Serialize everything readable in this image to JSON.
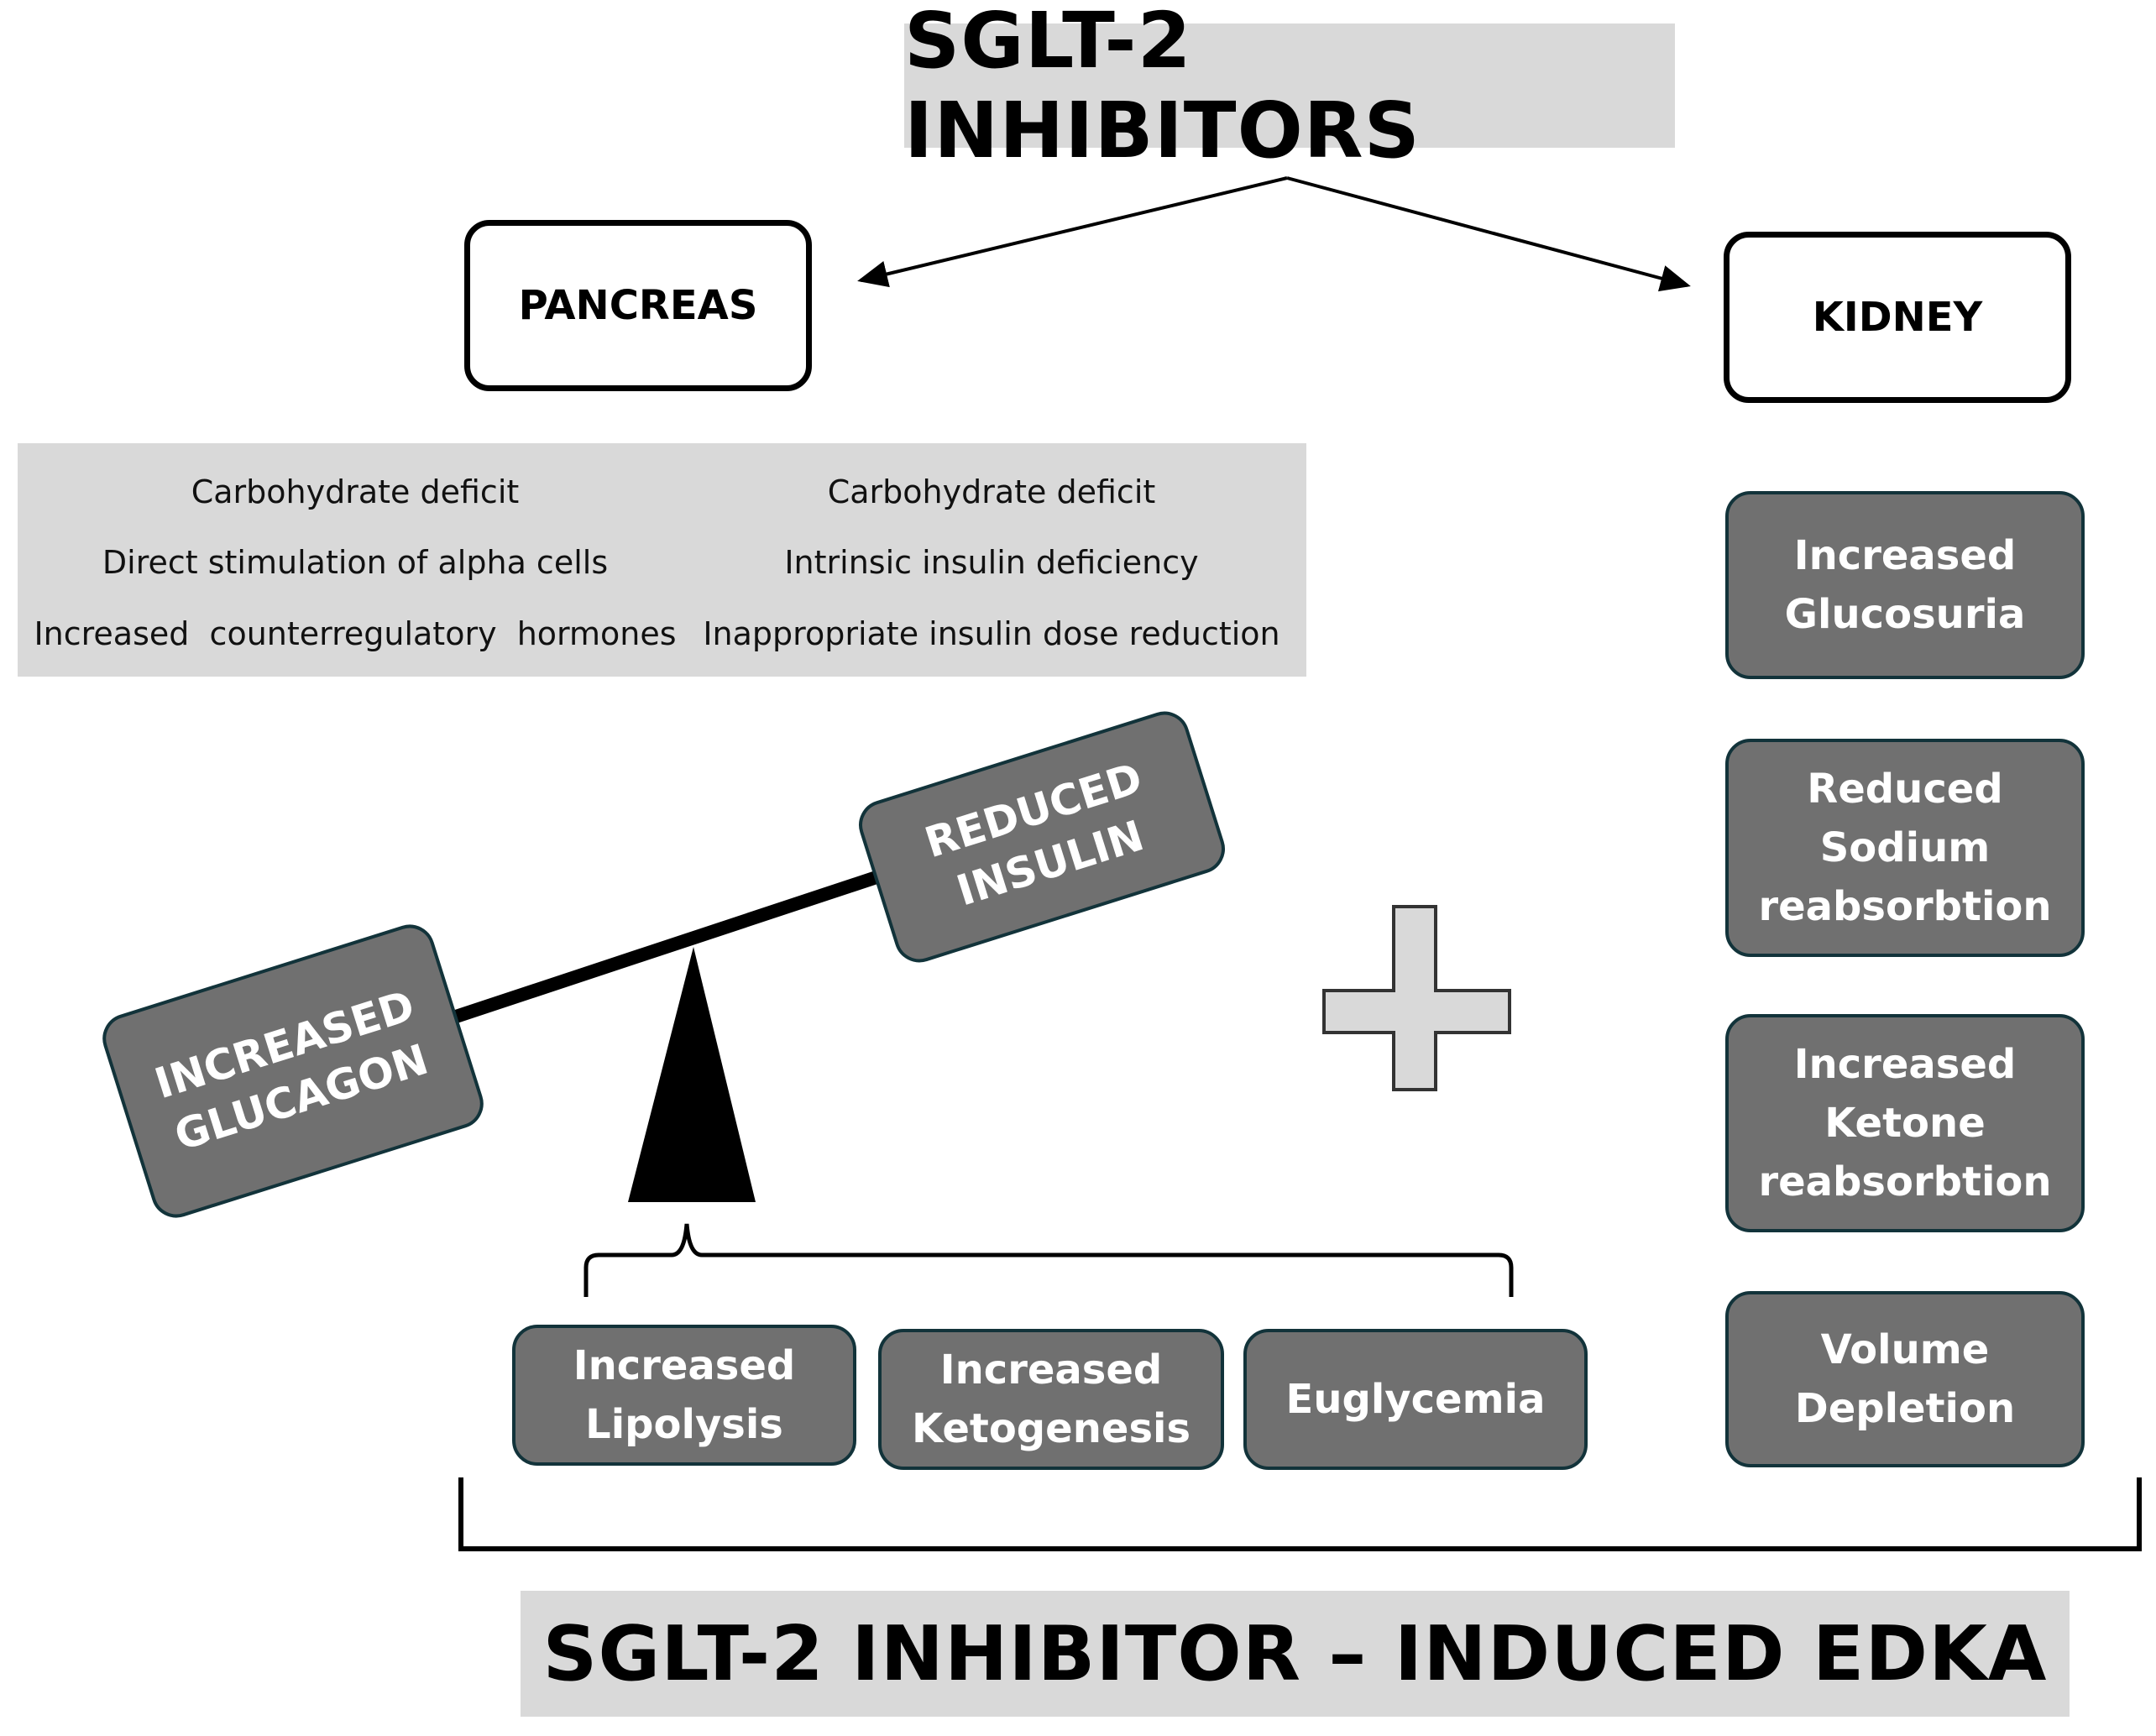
{
  "title": "SGLT-2 INHIBITORS",
  "pancreas": {
    "label": "PANCREAS"
  },
  "kidney": {
    "label": "KIDNEY"
  },
  "glucagon_causes": [
    "Carbohydrate deficit",
    "Direct stimulation of alpha cells",
    "Increased  counterregulatory  hormones"
  ],
  "insulin_causes": [
    "Carbohydrate deficit",
    "Intrinsic insulin deficiency",
    "Inappropriate insulin dose reduction"
  ],
  "balance": {
    "left_line1": "INCREASED",
    "left_line2": "GLUCAGON",
    "right_line1": "REDUCED",
    "right_line2": "INSULIN"
  },
  "kidney_effects": [
    {
      "line1": "Increased",
      "line2": "Glucosuria",
      "line3": ""
    },
    {
      "line1": "Reduced",
      "line2": "Sodium",
      "line3": "reabsorbtion"
    },
    {
      "line1": "Increased",
      "line2": "Ketone",
      "line3": "reabsorbtion"
    },
    {
      "line1": "Volume",
      "line2": "Depletion",
      "line3": ""
    }
  ],
  "outcomes": [
    {
      "line1": "Increased",
      "line2": "Lipolysis"
    },
    {
      "line1": "Increased",
      "line2": "Ketogenesis"
    },
    {
      "line1": "Euglycemia",
      "line2": ""
    }
  ],
  "result": "SGLT-2 INHIBITOR – INDUCED EDKA",
  "colors": {
    "gray_panel": "#d9d9d9",
    "dark_box": "#707070",
    "dark_box_border": "#12333a",
    "plus_fill": "#d9d9d9"
  }
}
